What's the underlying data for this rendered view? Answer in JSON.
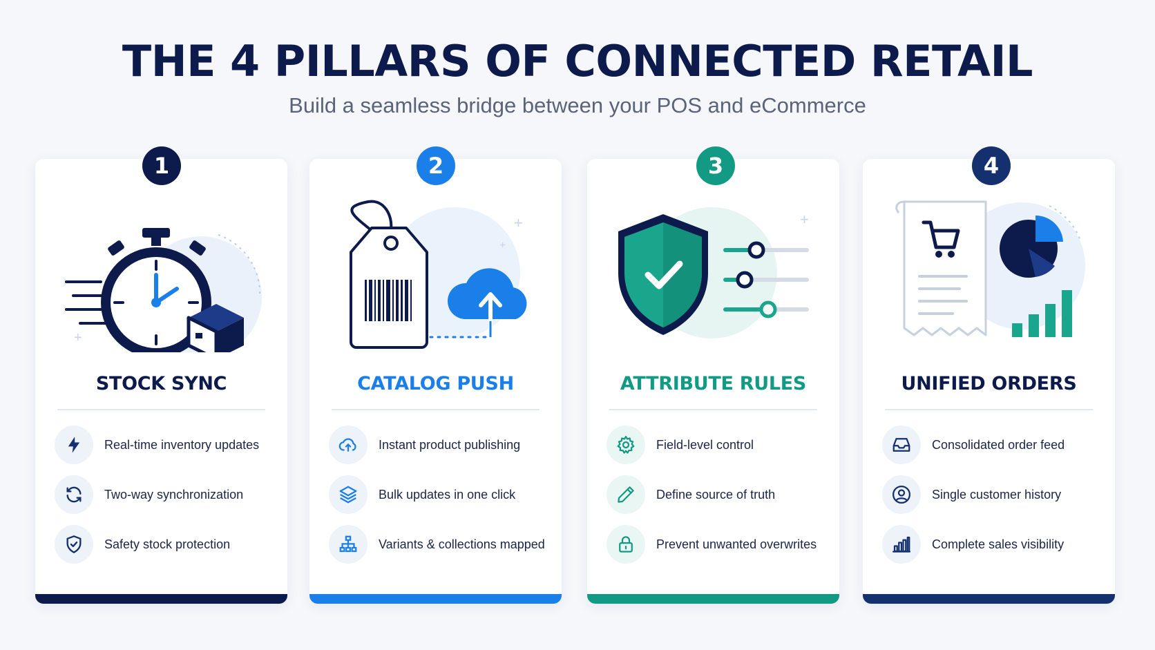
{
  "header": {
    "title": "THE 4 PILLARS OF CONNECTED RETAIL",
    "subtitle": "Build a seamless bridge between your POS and eCommerce"
  },
  "colors": {
    "navy": "#0d1b4c",
    "blue": "#1a7fe8",
    "teal": "#129a84",
    "dark_blue": "#14306e"
  },
  "pillars": [
    {
      "number": "1",
      "title": "STOCK SYNC",
      "accent": "#0d1b4c",
      "illustration": "stopwatch-box-icon",
      "features": [
        {
          "label": "Real-time inventory updates",
          "icon": "lightning-icon"
        },
        {
          "label": "Two-way synchronization",
          "icon": "sync-icon"
        },
        {
          "label": "Safety stock protection",
          "icon": "shield-check-icon"
        }
      ]
    },
    {
      "number": "2",
      "title": "CATALOG PUSH",
      "accent": "#1a7fe8",
      "illustration": "tag-cloud-upload-icon",
      "features": [
        {
          "label": "Instant product publishing",
          "icon": "cloud-upload-icon"
        },
        {
          "label": "Bulk updates in one click",
          "icon": "layers-icon"
        },
        {
          "label": "Variants & collections mapped",
          "icon": "hierarchy-icon"
        }
      ]
    },
    {
      "number": "3",
      "title": "ATTRIBUTE RULES",
      "accent": "#129a84",
      "illustration": "shield-sliders-icon",
      "features": [
        {
          "label": "Field-level control",
          "icon": "gear-icon"
        },
        {
          "label": "Define source of truth",
          "icon": "pencil-icon"
        },
        {
          "label": "Prevent unwanted overwrites",
          "icon": "lock-icon"
        }
      ]
    },
    {
      "number": "4",
      "title": "UNIFIED ORDERS",
      "accent": "#14306e",
      "illustration": "receipt-chart-icon",
      "features": [
        {
          "label": "Consolidated order feed",
          "icon": "inbox-icon"
        },
        {
          "label": "Single customer history",
          "icon": "user-circle-icon"
        },
        {
          "label": "Complete sales visibility",
          "icon": "bar-chart-icon"
        }
      ]
    }
  ]
}
